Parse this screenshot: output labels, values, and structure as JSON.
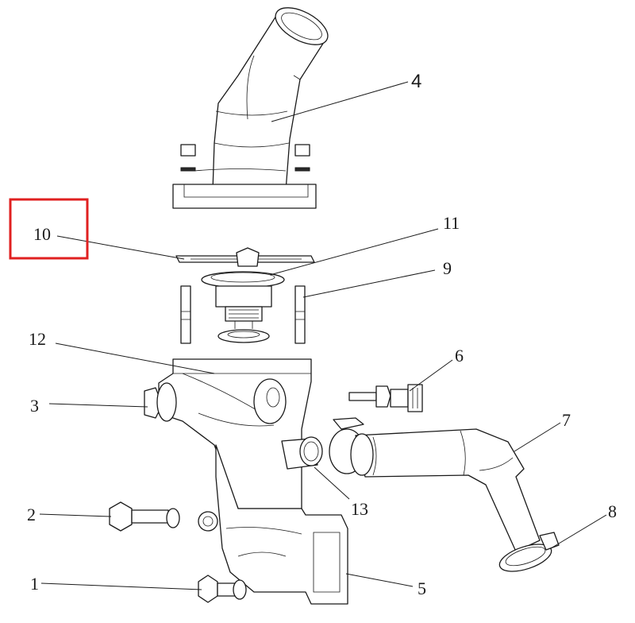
{
  "callouts": {
    "c1": "1",
    "c2": "2",
    "c3": "3",
    "c4": "4",
    "c5": "5",
    "c6": "6",
    "c7": "7",
    "c8": "8",
    "c9": "9",
    "c10": "10",
    "c11": "11",
    "c12": "12",
    "c13": "13"
  },
  "highlight": {
    "target": "10",
    "color": "#e02020"
  }
}
